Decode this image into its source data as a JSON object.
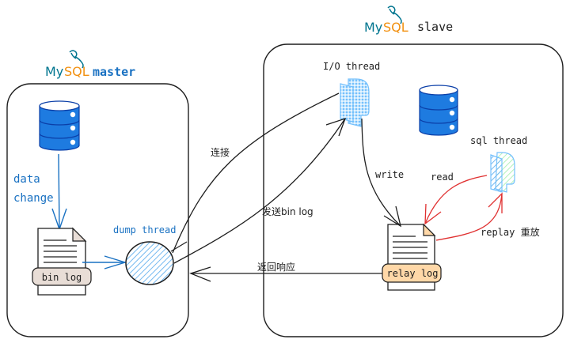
{
  "master": {
    "logo_my": "My",
    "logo_sql": "SQL",
    "title": "master",
    "data_change_line1": "data",
    "data_change_line2": "change",
    "binlog_label": "bin log",
    "dump_thread_label": "dump thread"
  },
  "slave": {
    "logo_my": "My",
    "logo_sql": "SQL",
    "title": "slave",
    "io_thread_label": "I/O thread",
    "sql_thread_label": "sql thread",
    "relaylog_label": "relay log",
    "write_label": "write",
    "read_label": "read",
    "replay_label": "replay 重放"
  },
  "connections": {
    "connect_label": "连接",
    "send_binlog_label": "发送bin log",
    "return_response_label": "返回响应"
  },
  "colors": {
    "mysql_blue": "#00758f",
    "mysql_orange": "#f29111",
    "db_blue": "#1e7be0",
    "hand_blue": "#1971c2",
    "red_arrow": "#e03131",
    "binlog_tag": "#e8ddd6",
    "relaylog_tag": "#ffd8a8",
    "thread_cyan": "#4dc3f5"
  }
}
